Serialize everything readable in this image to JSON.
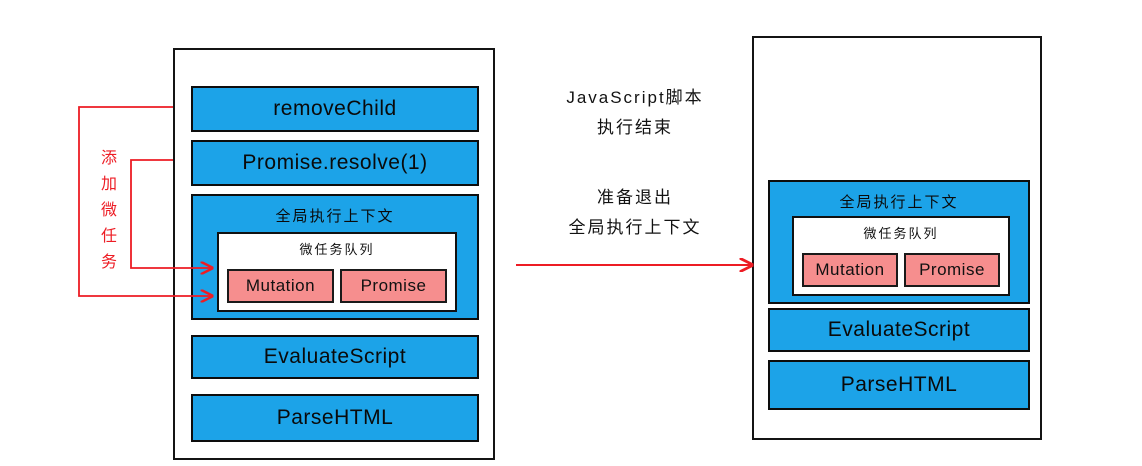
{
  "diagram": {
    "title": "JavaScript event loop microtask diagram",
    "colors": {
      "frame_blue": "#1CA3E8",
      "task_pink": "#F68E8E",
      "annotation_red": "#ED1C24",
      "outline_black": "#141414",
      "background": "#ffffff"
    }
  },
  "left_stack": {
    "name": "call-stack-before",
    "frames": [
      {
        "id": "removechild",
        "label": "removeChild"
      },
      {
        "id": "promise-resolve",
        "label": "Promise.resolve(1)"
      },
      {
        "id": "global-context",
        "label": "全局执行上下文"
      },
      {
        "id": "evaluate-script",
        "label": "EvaluateScript"
      },
      {
        "id": "parse-html",
        "label": "ParseHTML"
      }
    ],
    "microtask_queue": {
      "title": "微任务队列",
      "tasks": [
        "Mutation",
        "Promise"
      ]
    }
  },
  "right_stack": {
    "name": "call-stack-after",
    "frames": [
      {
        "id": "global-context",
        "label": "全局执行上下文"
      },
      {
        "id": "evaluate-script",
        "label": "EvaluateScript"
      },
      {
        "id": "parse-html",
        "label": "ParseHTML"
      }
    ],
    "microtask_queue": {
      "title": "微任务队列",
      "tasks": [
        "Mutation",
        "Promise"
      ]
    }
  },
  "annotations": {
    "add_microtask": {
      "chars": [
        "添",
        "加",
        "微",
        "任",
        "务"
      ],
      "text": "添加微任务"
    },
    "center_line_1": "JavaScript脚本",
    "center_line_2": "执行结束",
    "center_line_3": "准备退出",
    "center_line_4": "全局执行上下文"
  }
}
